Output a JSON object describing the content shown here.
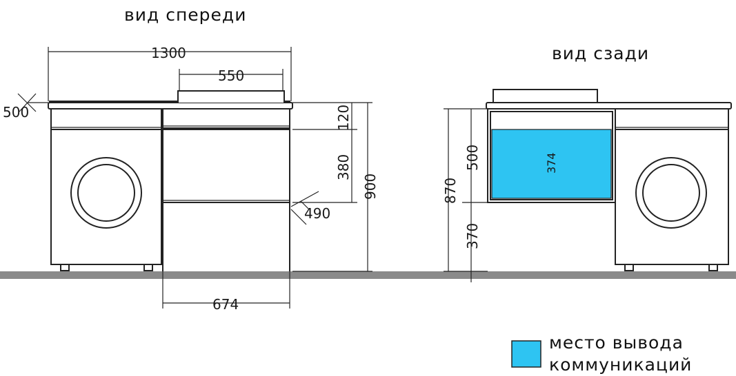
{
  "titles": {
    "front": "вид спереди",
    "back": "вид сзади"
  },
  "front_dimensions": {
    "total_width": "1300",
    "sink_width": "550",
    "depth_left": "500",
    "top_height": "120",
    "drawer_height": "380",
    "total_height": "900",
    "depth_right": "490",
    "cabinet_width": "674"
  },
  "back_dimensions": {
    "upper_height": "500",
    "total_height": "870",
    "lower_height": "370",
    "cutout_width": "374"
  },
  "legend": {
    "line1": "место вывода",
    "line2": "коммуникаций"
  },
  "colors": {
    "communications": "#2EC4F2",
    "floor": "#8A8A8A",
    "line": "#222222"
  }
}
